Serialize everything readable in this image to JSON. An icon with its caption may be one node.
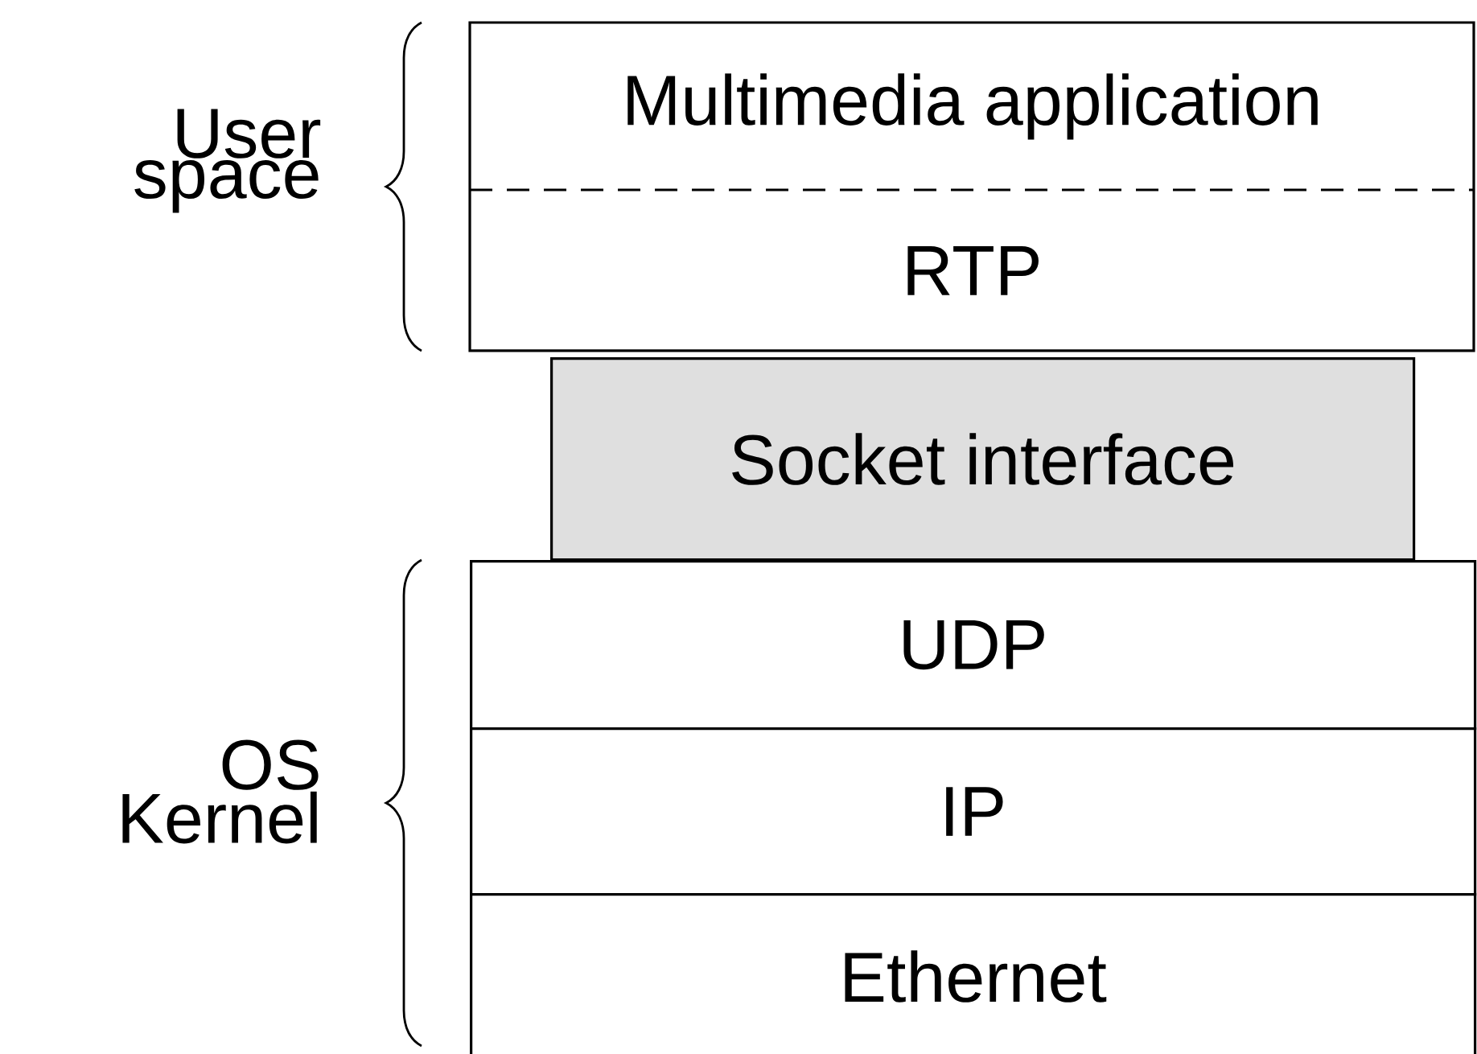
{
  "diagram": {
    "nodes": [
      {
        "text": [
          "Multimedia application"
        ]
      },
      {
        "text": [
          "RTP"
        ]
      },
      {
        "text": [
          "Socket interface"
        ]
      },
      {
        "text": [
          "UDP"
        ]
      },
      {
        "text": [
          "IP"
        ]
      },
      {
        "text": [
          "Ethernet"
        ]
      }
    ],
    "labels": [
      "User space",
      "OS Kernel"
    ]
  }
}
